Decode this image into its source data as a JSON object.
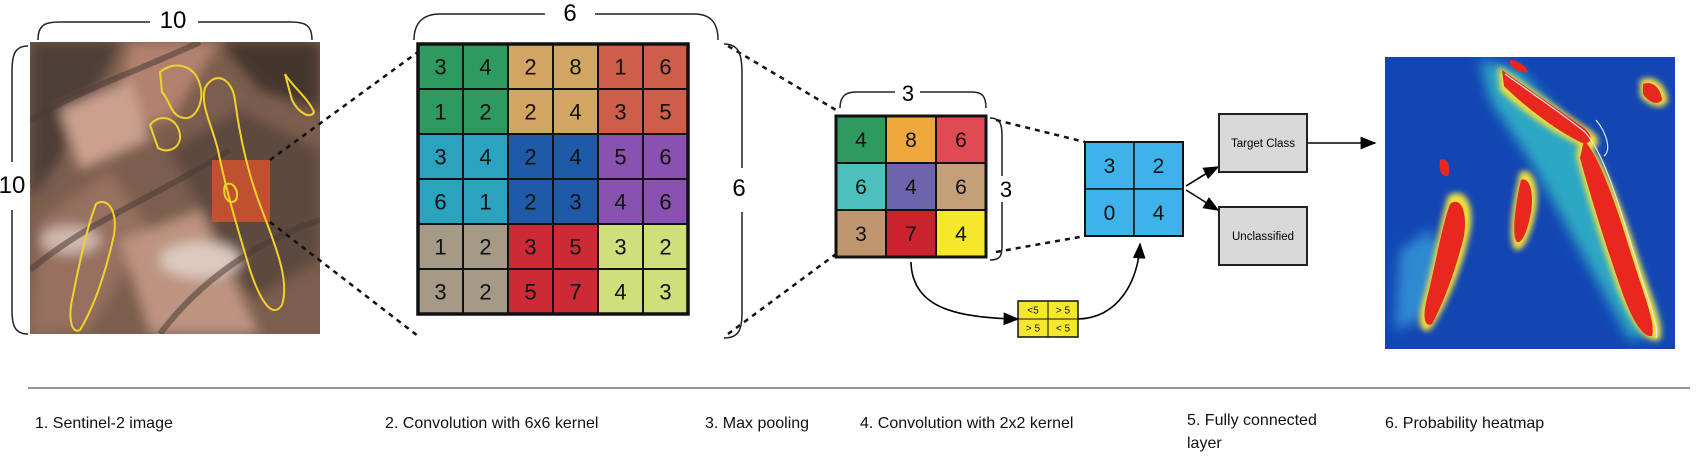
{
  "dimensions": {
    "image_width": "10",
    "image_height": "10",
    "conv_width": "6",
    "conv_height": "6",
    "pool_width": "3",
    "pool_height": "3"
  },
  "conv_grid": [
    [
      {
        "v": "3",
        "c": "#2e9a5f"
      },
      {
        "v": "4",
        "c": "#2e9a5f"
      },
      {
        "v": "2",
        "c": "#d3a562"
      },
      {
        "v": "8",
        "c": "#d3a562"
      },
      {
        "v": "1",
        "c": "#cc5e4a"
      },
      {
        "v": "6",
        "c": "#cc5e4a"
      }
    ],
    [
      {
        "v": "1",
        "c": "#2e9a5f"
      },
      {
        "v": "2",
        "c": "#2e9a5f"
      },
      {
        "v": "2",
        "c": "#d3a562"
      },
      {
        "v": "4",
        "c": "#d3a562"
      },
      {
        "v": "3",
        "c": "#cc5e4a"
      },
      {
        "v": "5",
        "c": "#cc5e4a"
      }
    ],
    [
      {
        "v": "3",
        "c": "#2aa3bf"
      },
      {
        "v": "4",
        "c": "#2aa3bf"
      },
      {
        "v": "2",
        "c": "#1f5aa8"
      },
      {
        "v": "4",
        "c": "#1f5aa8"
      },
      {
        "v": "5",
        "c": "#8a52b0"
      },
      {
        "v": "6",
        "c": "#8a52b0"
      }
    ],
    [
      {
        "v": "6",
        "c": "#2aa3bf"
      },
      {
        "v": "1",
        "c": "#2aa3bf"
      },
      {
        "v": "2",
        "c": "#1f5aa8"
      },
      {
        "v": "3",
        "c": "#1f5aa8"
      },
      {
        "v": "4",
        "c": "#8a52b0"
      },
      {
        "v": "6",
        "c": "#8a52b0"
      }
    ],
    [
      {
        "v": "1",
        "c": "#a49a86"
      },
      {
        "v": "2",
        "c": "#a49a86"
      },
      {
        "v": "3",
        "c": "#cc2b36"
      },
      {
        "v": "5",
        "c": "#cc2b36"
      },
      {
        "v": "3",
        "c": "#cfe07b"
      },
      {
        "v": "2",
        "c": "#cfe07b"
      }
    ],
    [
      {
        "v": "3",
        "c": "#a49a86"
      },
      {
        "v": "2",
        "c": "#a49a86"
      },
      {
        "v": "5",
        "c": "#cc2b36"
      },
      {
        "v": "7",
        "c": "#cc2b36"
      },
      {
        "v": "4",
        "c": "#cfe07b"
      },
      {
        "v": "3",
        "c": "#cfe07b"
      }
    ]
  ],
  "pool_grid": [
    [
      {
        "v": "4",
        "c": "#2e9a5f"
      },
      {
        "v": "8",
        "c": "#efa83c"
      },
      {
        "v": "6",
        "c": "#e04a54"
      }
    ],
    [
      {
        "v": "6",
        "c": "#4cc0bd"
      },
      {
        "v": "4",
        "c": "#6e63ad"
      },
      {
        "v": "6",
        "c": "#c3a078"
      }
    ],
    [
      {
        "v": "3",
        "c": "#bf9670"
      },
      {
        "v": "7",
        "c": "#c8232e"
      },
      {
        "v": "4",
        "c": "#f5e72c"
      }
    ]
  ],
  "conv2_grid": [
    [
      "3",
      "2"
    ],
    [
      "0",
      "4"
    ]
  ],
  "kernel_grid": [
    [
      "<5",
      "> 5"
    ],
    [
      "> 5",
      "< 5"
    ]
  ],
  "outputs": {
    "target": "Target Class",
    "unclassified": "Unclassified"
  },
  "steps": [
    "1. Sentinel-2 image",
    "2. Convolution with 6x6 kernel",
    "3. Max pooling",
    "4. Convolution with 2x2 kernel",
    "5. Fully connected",
    "layer",
    "6. Probability heatmap"
  ],
  "colors": {
    "conv2_cell": "#3db3ea",
    "kernel_cell": "#f5e72c",
    "output_box": "#d9d9d9",
    "heatmap_bg": "#1346b3",
    "heatmap_hot": "#e8281e"
  }
}
